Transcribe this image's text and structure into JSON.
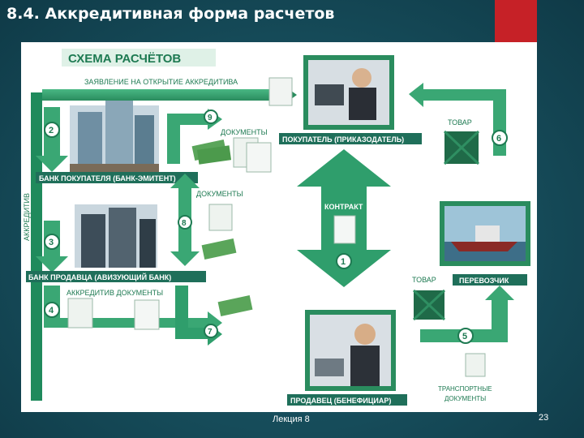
{
  "slide": {
    "title": "8.4. Аккредитивная форма расчетов",
    "footer": "Лекция 8",
    "page_number": "23"
  },
  "diagram": {
    "heading": "СХЕМА РАСЧЁТОВ",
    "labels": {
      "application": "ЗАЯВЛЕНИЕ НА ОТКРЫТИЕ АККРЕДИТИВА",
      "buyer_bank": "БАНК ПОКУПАТЕЛЯ (БАНК-ЭМИТЕНТ)",
      "seller_bank": "БАНК ПРОДАВЦА (АВИЗУЮЩИЙ БАНК)",
      "accreditive": "АККРЕДИТИВ",
      "accreditive_docs": "АККРЕДИТИВ ДОКУМЕНТЫ",
      "documents_top": "ДОКУМЕНТЫ",
      "documents_mid": "ДОКУМЕНТЫ",
      "buyer": "ПОКУПАТЕЛЬ (ПРИКАЗОДАТЕЛЬ)",
      "seller": "ПРОДАВЕЦ (БЕНЕФИЦИАР)",
      "carrier": "ПЕРЕВОЗЧИК",
      "goods_top": "ТОВАР",
      "goods_bottom": "ТОВАР",
      "contract": "КОНТРАКТ",
      "transport_docs_1": "ТРАНСПОРТНЫЕ",
      "transport_docs_2": "ДОКУМЕНТЫ"
    },
    "steps": {
      "s1": "1",
      "s2": "2",
      "s3": "3",
      "s4": "4",
      "s5": "5",
      "s6": "6",
      "s7": "7",
      "s8": "8",
      "s9": "9"
    }
  },
  "colors": {
    "accent_green": "#2f9e6c",
    "dark_green": "#1e7a52",
    "label_bg": "#1f6f5a",
    "red_accent": "#c62127"
  }
}
